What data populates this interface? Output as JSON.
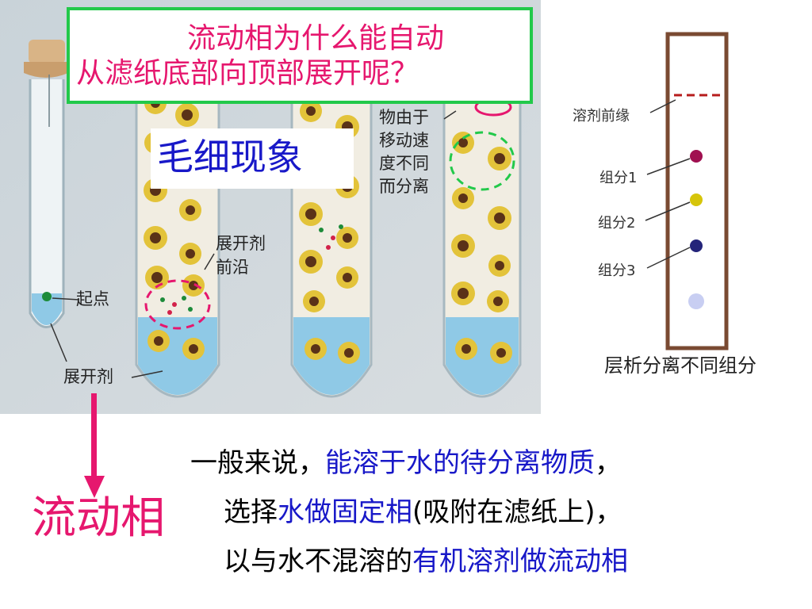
{
  "question": {
    "line1": "流动相为什么能自动",
    "line2": "从滤纸底部向顶部展开呢？"
  },
  "capillary_label": "毛细现象",
  "tube_labels": {
    "origin": "起点",
    "developer": "展开剂",
    "front_line1": "展开剂",
    "front_line2": "前沿",
    "separation_text": "物由于移动速度不同而分离"
  },
  "chromatogram": {
    "solvent_front": "溶剂前缘",
    "component1": "组分1",
    "component2": "组分2",
    "component3": "组分3",
    "caption": "层析分离不同组分"
  },
  "mobile_phase": "流动相",
  "body": {
    "line1_part1": "一般来说，",
    "line1_part2": "能溶于水的待分离物质",
    "line1_part3": "，",
    "line2_part1": "选择",
    "line2_part2": "水做固定相",
    "line2_part3": "(吸附在滤纸上)，",
    "line3_part1": "以与水不混溶的",
    "line3_part2": "有机溶剂做流动相"
  },
  "colors": {
    "accent_pink": "#e6176e",
    "accent_blue": "#1818c8",
    "box_green": "#22c94a"
  }
}
